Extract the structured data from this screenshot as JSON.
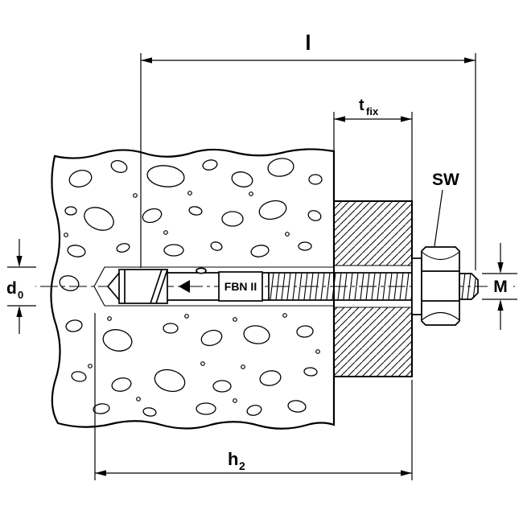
{
  "labels": {
    "total_length": "l",
    "clamping_thickness": "t",
    "clamping_thickness_sub": "fix",
    "wrench_size": "SW",
    "thread_size": "M",
    "drill_hole_diameter": "d",
    "drill_hole_diameter_sub": "0",
    "drill_hole_depth": "h",
    "drill_hole_depth_sub": "2",
    "anchor_marking": "FBN II"
  },
  "colors": {
    "line": "#000000",
    "background": "#ffffff"
  }
}
